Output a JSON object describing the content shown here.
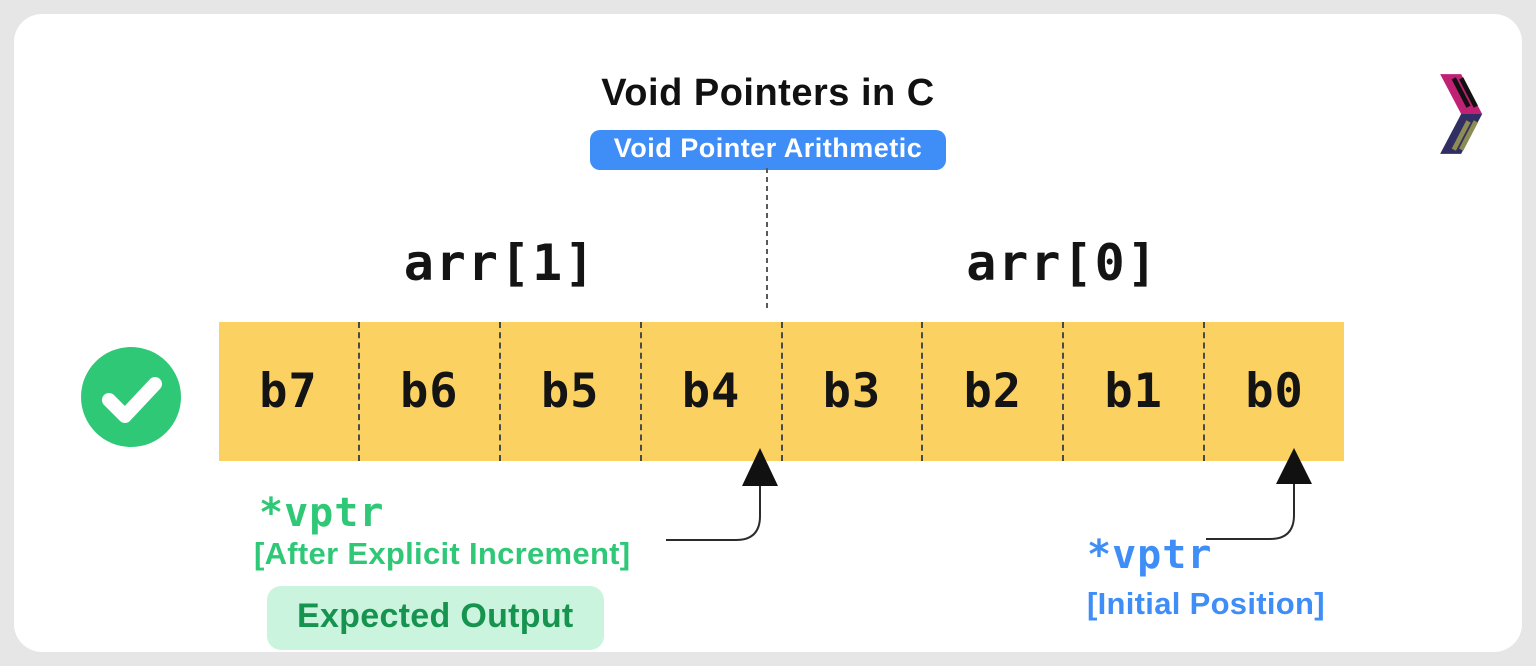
{
  "header": {
    "title": "Void Pointers in C",
    "subtitle_badge": "Void Pointer Arithmetic"
  },
  "memory": {
    "group_labels": {
      "left": "arr[1]",
      "right": "arr[0]"
    },
    "cells": [
      "b7",
      "b6",
      "b5",
      "b4",
      "b3",
      "b2",
      "b1",
      "b0"
    ]
  },
  "annotations": {
    "after_increment": {
      "pointer": "*vptr",
      "label": "[After Explicit Increment]",
      "output_badge": "Expected Output"
    },
    "initial_position": {
      "pointer": "*vptr",
      "label": "[Initial Position]"
    }
  },
  "icons": {
    "check": "check-circle-icon",
    "logo": "brand-chevron-icon"
  },
  "colors": {
    "page_background": "#e6e6e6",
    "card_background": "#ffffff",
    "cell_yellow": "#fbd162",
    "accent_blue": "#3f8ef7",
    "accent_green": "#2fc877",
    "output_badge_background": "#cbf4de",
    "output_badge_text": "#16944f",
    "text_black": "#111111",
    "arrow_black": "#2b2b2b",
    "logo_magenta": "#bf2175",
    "logo_navy": "#312e63",
    "logo_olive": "#8d8c52"
  }
}
